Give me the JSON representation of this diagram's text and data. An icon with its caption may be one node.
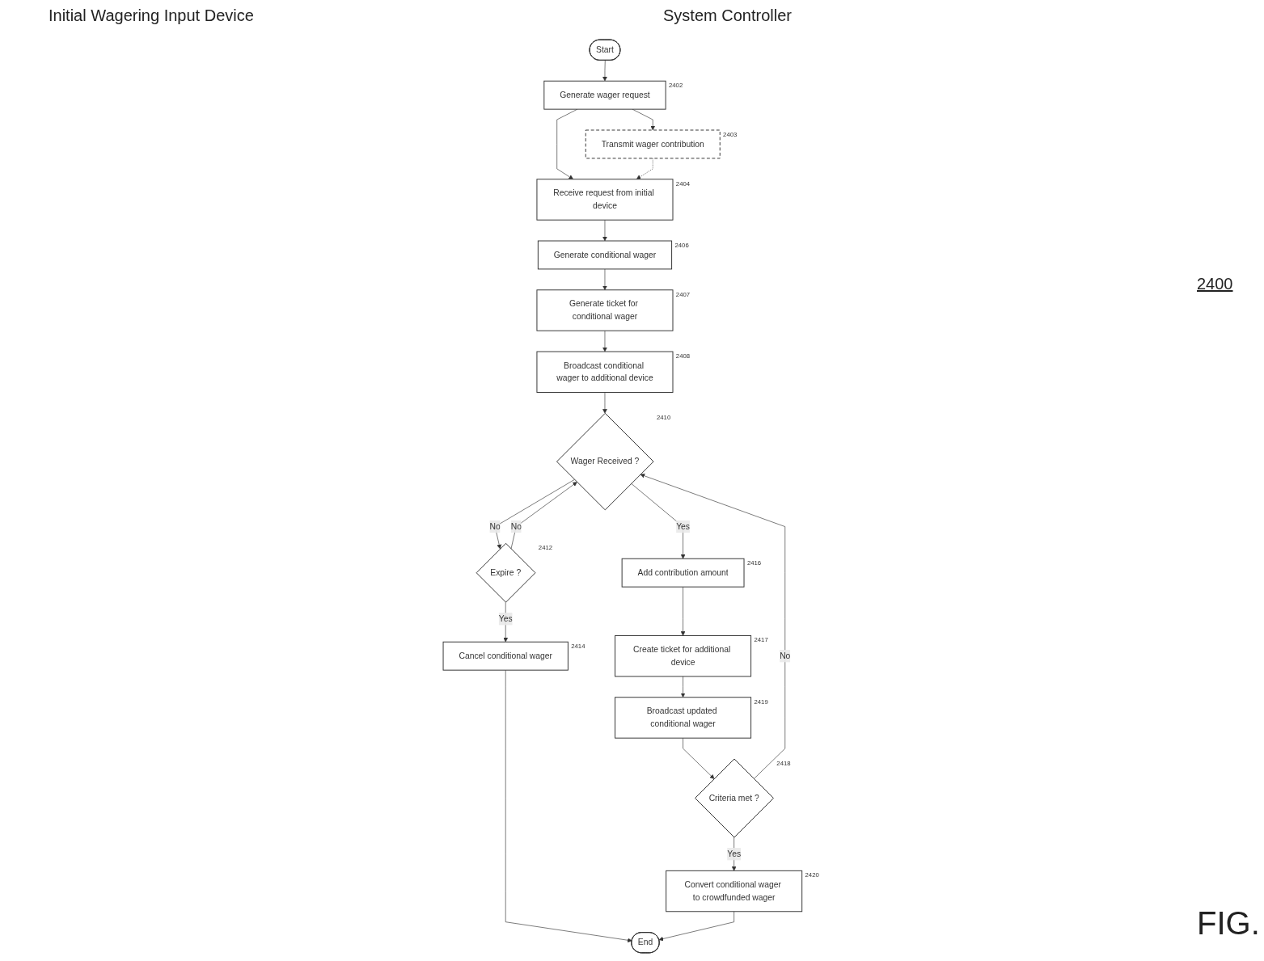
{
  "diagram": {
    "nodes": [
      {
        "text": [
          "Start"
        ]
      },
      {
        "text": [
          "Generate wager request"
        ],
        "beside": [
          "2402"
        ]
      },
      {
        "text": [
          "Transmit wager contribution"
        ],
        "beside": [
          "2403"
        ]
      },
      {
        "text": [
          "Receive request from initial device"
        ],
        "beside": [
          "2404"
        ]
      },
      {
        "text": [
          "Generate conditional wager"
        ],
        "beside": [
          "2406"
        ]
      },
      {
        "text": [
          "Generate ticket for conditional wager"
        ],
        "beside": [
          "2407"
        ]
      },
      {
        "text": [
          "Broadcast conditional wager to additional device"
        ],
        "beside": [
          "2408"
        ]
      },
      {
        "text": [
          "Wager Received ?"
        ],
        "beside": [
          "2410"
        ]
      },
      {
        "text": [
          "Expire ?"
        ],
        "beside": [
          "2412"
        ]
      },
      {
        "text": [
          "Cancel conditional wager"
        ],
        "beside": [
          "2414"
        ]
      },
      {
        "text": [
          "Add contribution amount"
        ],
        "beside": [
          "2416"
        ]
      },
      {
        "text": [
          "Create ticket for additional device"
        ],
        "beside": [
          "2417"
        ]
      },
      {
        "text": [
          "Broadcast updated conditional wager"
        ],
        "beside": [
          "2419"
        ]
      },
      {
        "text": [
          "Criteria met ?"
        ],
        "beside": [
          "2418"
        ]
      },
      {
        "text": [
          "Convert conditional wager to crowdfunded wager"
        ],
        "beside": [
          "2420"
        ]
      },
      {
        "text": [
          "End"
        ]
      }
    ],
    "edges": [
      {
        "from": 0,
        "to": 1,
        "arrow": "to"
      },
      {
        "from": 1,
        "to": 2,
        "arrow": "to"
      },
      {
        "from": 1,
        "to": 3,
        "arrow": "to"
      },
      {
        "from": 2,
        "to": 3,
        "arrow": "to",
        "style": "dashed"
      },
      {
        "from": 3,
        "to": 4,
        "arrow": "to"
      },
      {
        "from": 4,
        "to": 5,
        "arrow": "to"
      },
      {
        "from": 5,
        "to": 6,
        "arrow": "to"
      },
      {
        "from": 6,
        "to": 7,
        "arrow": "to"
      },
      {
        "from": 7,
        "to": 8,
        "arrow": "to",
        "label": "No"
      },
      {
        "from": 7,
        "to": 10,
        "arrow": "to",
        "label": "Yes"
      },
      {
        "from": 8,
        "to": 7,
        "arrow": "to",
        "label": "No"
      },
      {
        "from": 8,
        "to": 9,
        "arrow": "to",
        "label": "Yes"
      },
      {
        "from": 9,
        "to": 15,
        "arrow": "to"
      },
      {
        "from": 10,
        "to": 11,
        "arrow": "to"
      },
      {
        "from": 11,
        "to": 12,
        "arrow": "to"
      },
      {
        "from": 12,
        "to": 13,
        "arrow": "to"
      },
      {
        "from": 13,
        "to": 7,
        "arrow": "to",
        "label": "No"
      },
      {
        "from": 13,
        "to": 14,
        "arrow": "to",
        "label": "Yes"
      },
      {
        "from": 14,
        "to": 15,
        "arrow": "to"
      }
    ],
    "labels": [
      "Initial Wagering Input Device",
      "System Controller",
      "2400",
      "FIG."
    ]
  }
}
